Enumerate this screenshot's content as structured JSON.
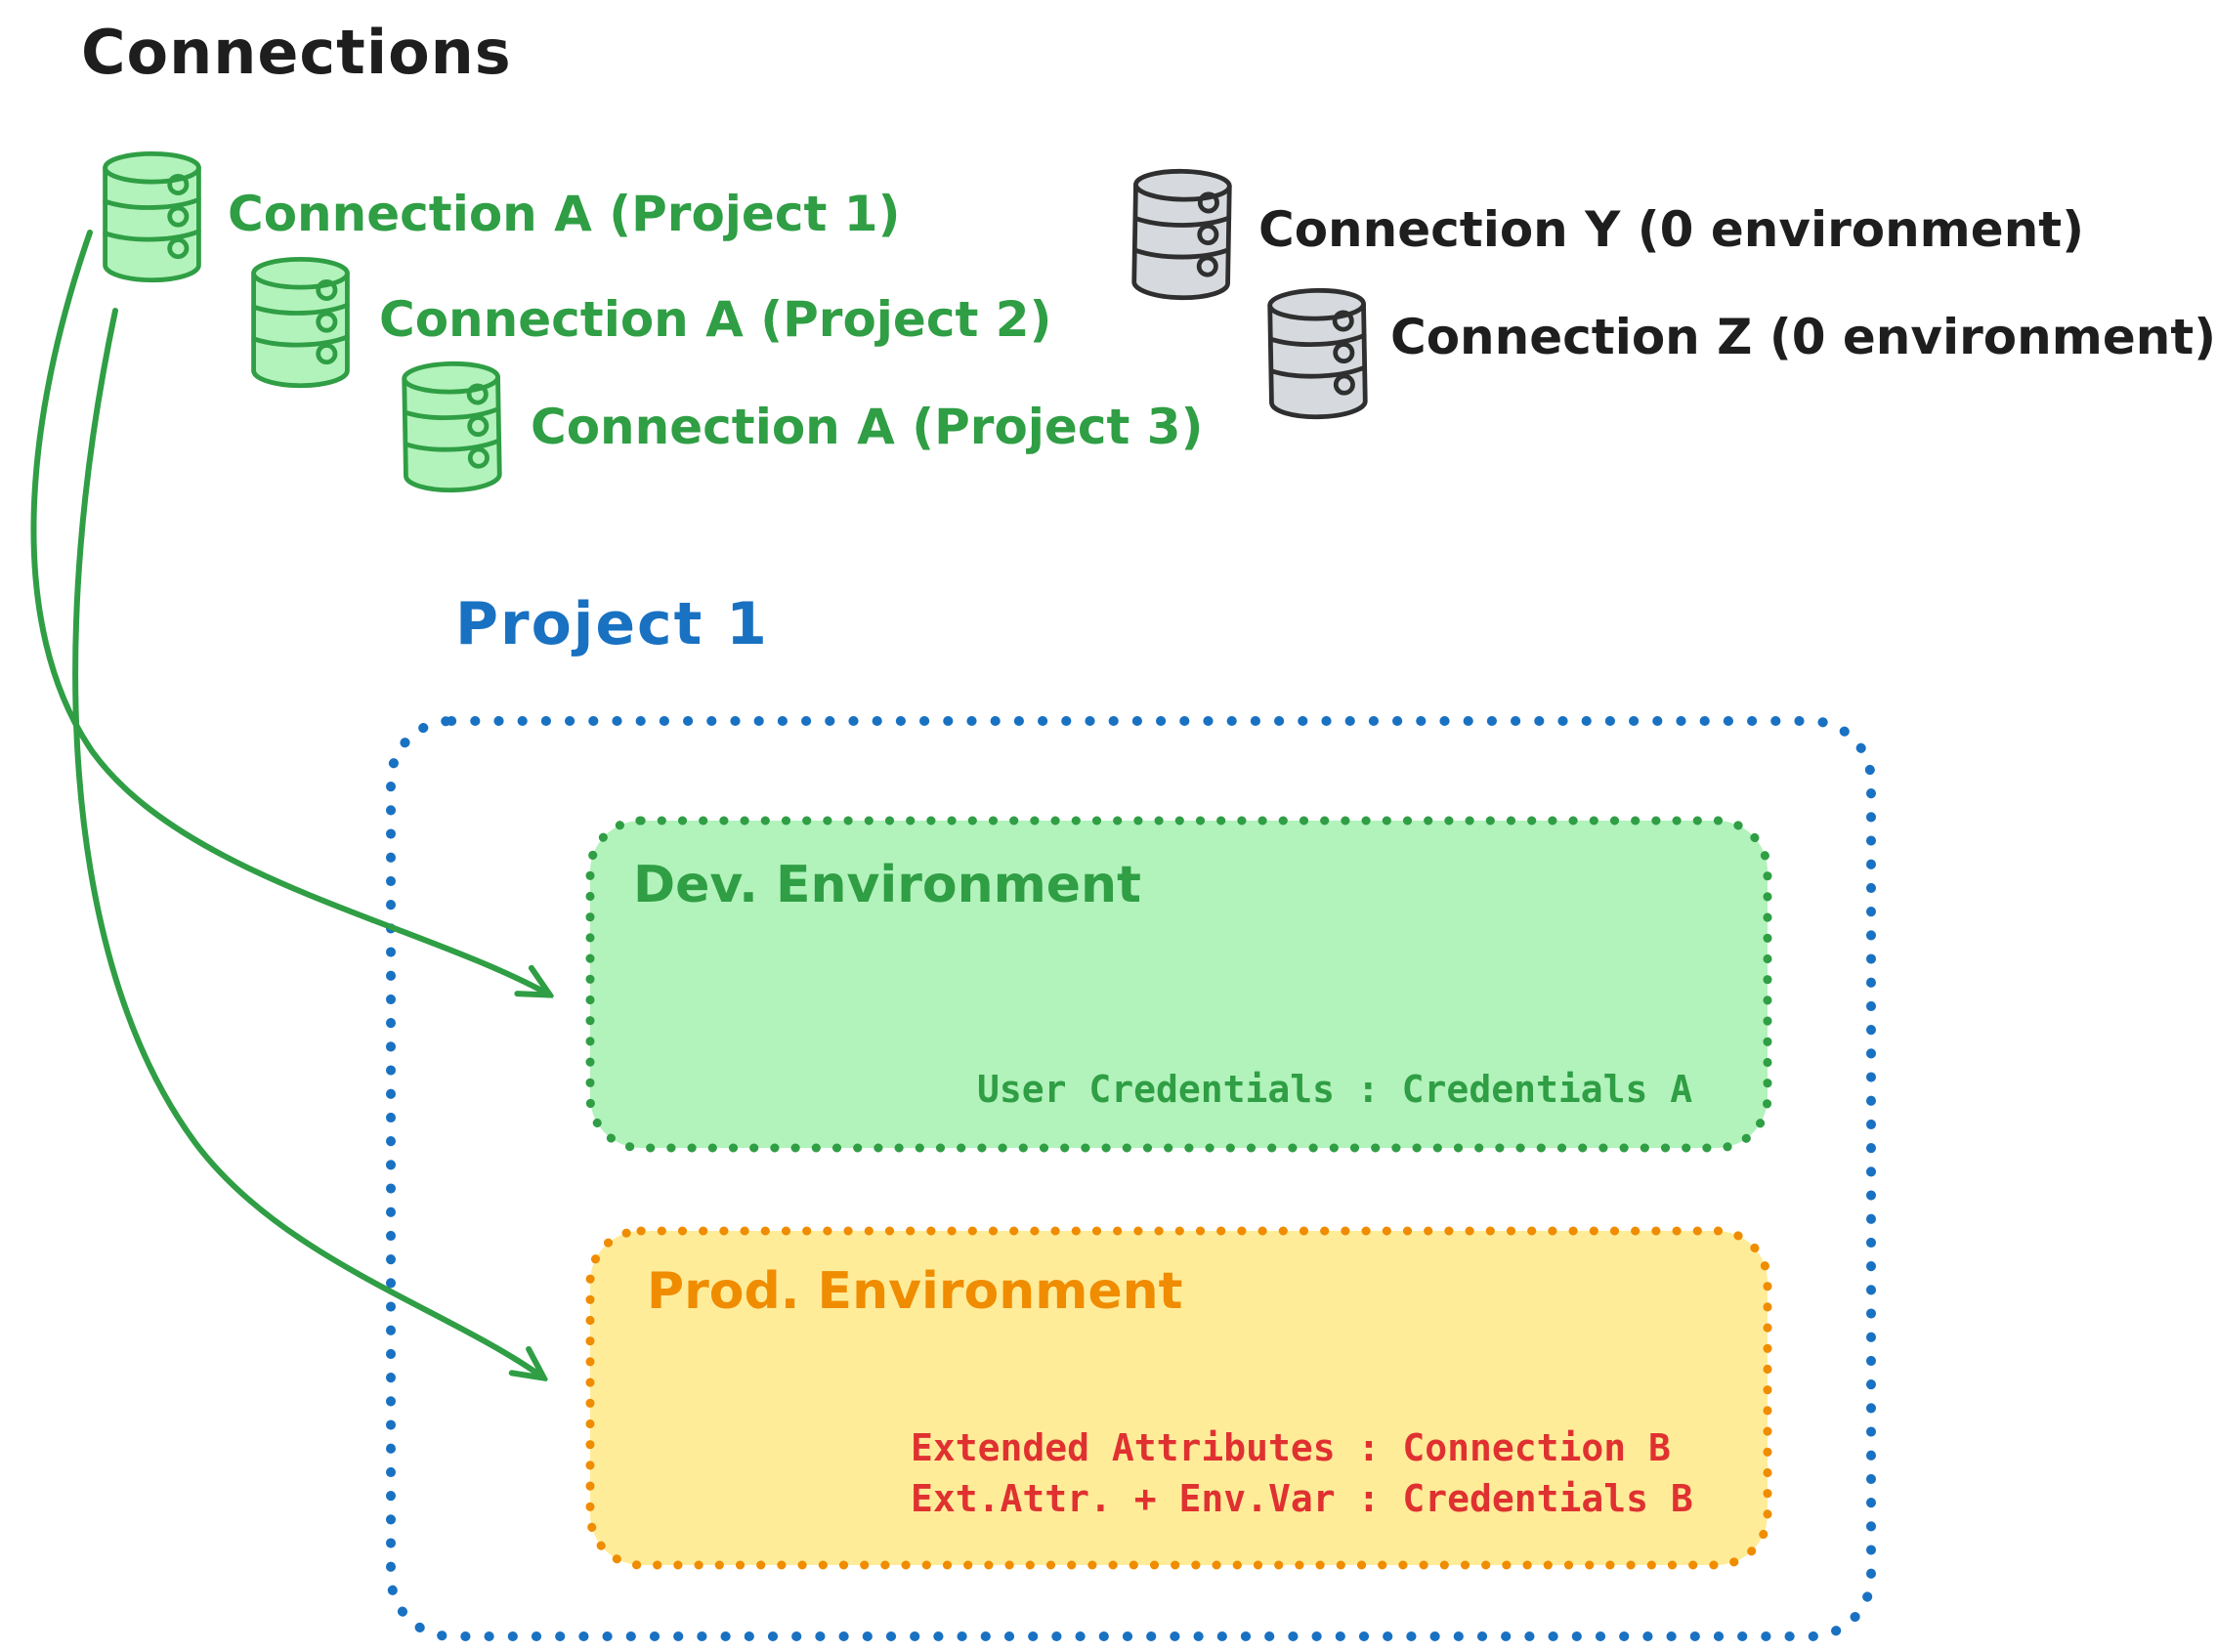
{
  "title": "Connections",
  "connections": [
    {
      "icon": "database-icon",
      "color": "green",
      "label": "Connection A (Project 1)"
    },
    {
      "icon": "database-icon",
      "color": "green",
      "label": "Connection A (Project 2)"
    },
    {
      "icon": "database-icon",
      "color": "green",
      "label": "Connection A (Project 3)"
    },
    {
      "icon": "database-icon",
      "color": "gray",
      "label": "Connection Y (0 environment)"
    },
    {
      "icon": "database-icon",
      "color": "gray",
      "label": "Connection Z (0 environment)"
    }
  ],
  "project": {
    "title": "Project 1",
    "environments": [
      {
        "name": "Dev. Environment",
        "details": [
          "User Credentials : Credentials A"
        ]
      },
      {
        "name": "Prod. Environment",
        "details": [
          "Extended Attributes : Connection B",
          "Ext.Attr. + Env.Var : Credentials B"
        ]
      }
    ]
  },
  "colors": {
    "green_stroke": "#2f9e44",
    "green_fill": "#b2f2bb",
    "gray_stroke": "#2f2f2f",
    "gray_fill": "#d6dade",
    "dark_text": "#1e1e1e",
    "blue": "#1971c2",
    "orange": "#f08c00",
    "yellow_fill": "#ffec99",
    "red_text": "#e03131"
  }
}
